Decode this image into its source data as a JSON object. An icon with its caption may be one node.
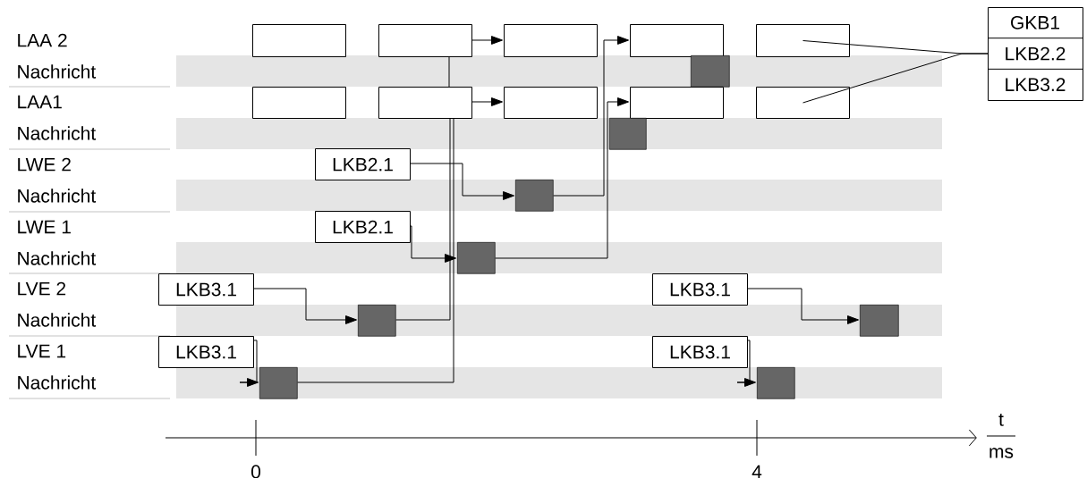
{
  "diagram": {
    "nodes": [
      {
        "text": [],
        "shape": "box"
      },
      {
        "text": [],
        "shape": "box"
      },
      {
        "text": [],
        "shape": "box"
      },
      {
        "text": [],
        "shape": "box"
      },
      {
        "text": [],
        "shape": "box"
      },
      {
        "text": [
          "GKB1",
          "LKB2.2",
          "LKB3.2"
        ]
      },
      {
        "text": [],
        "shape": "box"
      },
      {
        "text": [],
        "shape": "box"
      },
      {
        "text": [],
        "shape": "box"
      },
      {
        "text": [],
        "shape": "box"
      },
      {
        "text": [],
        "shape": "box"
      },
      {
        "text": [],
        "shape": "box"
      },
      {
        "text": [],
        "shape": "box"
      },
      {
        "text": [
          "LKB2.1"
        ]
      },
      {
        "text": [],
        "shape": "box"
      },
      {
        "text": [
          "LKB2.1"
        ]
      },
      {
        "text": [],
        "shape": "box"
      },
      {
        "text": [
          "LKB3.1"
        ]
      },
      {
        "text": [
          "LKB3.1"
        ]
      },
      {
        "text": [],
        "shape": "box"
      },
      {
        "text": [],
        "shape": "box"
      },
      {
        "text": [
          "LKB3.1"
        ]
      },
      {
        "text": [
          "LKB3.1"
        ]
      },
      {
        "text": [],
        "shape": "box"
      },
      {
        "text": [],
        "shape": "box"
      }
    ],
    "edges": [
      {
        "from": 1,
        "to": 2,
        "arrow": "to"
      },
      {
        "from": 8,
        "to": 9,
        "arrow": "to"
      },
      {
        "from": 1,
        "to": 8,
        "arrow": "none"
      },
      {
        "from": 13,
        "to": 14,
        "arrow": "to"
      },
      {
        "from": 15,
        "to": 16,
        "arrow": "to"
      },
      {
        "from": 14,
        "to": 3,
        "arrow": "to"
      },
      {
        "from": 16,
        "to": 10,
        "arrow": "to"
      },
      {
        "from": 17,
        "to": 19,
        "arrow": "to"
      },
      {
        "from": 21,
        "to": 23,
        "arrow": "to"
      },
      {
        "from": 19,
        "to": 8,
        "arrow": "none"
      },
      {
        "from": 23,
        "to": 8,
        "arrow": "none"
      },
      {
        "from": 18,
        "to": 20,
        "arrow": "to"
      },
      {
        "from": 22,
        "to": 24,
        "arrow": "to"
      },
      {
        "from": 5,
        "to": 4,
        "arrow": "none"
      },
      {
        "from": 5,
        "to": 11,
        "arrow": "none"
      }
    ],
    "labels": [
      "LAA 2",
      "Nachricht",
      "LAA1",
      "Nachricht",
      "LWE 2",
      "Nachricht",
      "LWE 1",
      "Nachricht",
      "LVE 2",
      "Nachricht",
      "LVE 1",
      "Nachricht",
      "t",
      "ms",
      "0",
      "4"
    ]
  }
}
